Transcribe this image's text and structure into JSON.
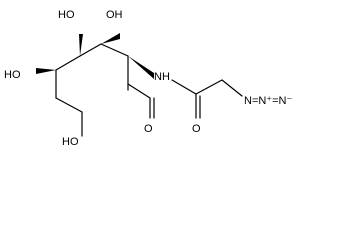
{
  "molecule": {
    "atom_labels": {
      "oh_c3": "HO",
      "oh_c4": "OH",
      "oh_c5": "HO",
      "oh_c6": "HO",
      "nh": "NH",
      "o_aldehyde": "O",
      "o_amide": "O",
      "azide": "N=N⁺=N⁻"
    },
    "stereo_bonds": [
      {
        "name": "c3-oh",
        "type": "wedge"
      },
      {
        "name": "c4-oh",
        "type": "wedge"
      },
      {
        "name": "c5-oh",
        "type": "wedge"
      },
      {
        "name": "c2-nh",
        "type": "wedge"
      }
    ]
  }
}
